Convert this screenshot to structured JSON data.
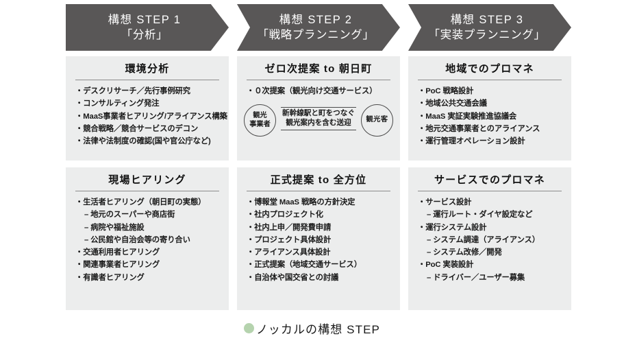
{
  "caption": {
    "bullet_color": "#b5d3ae",
    "text": "ノッカルの構想 STEP"
  },
  "theme": {
    "header_bg": "#595757",
    "card_bg": "#eceded",
    "rule_color": "#8c8c8c"
  },
  "columns": [
    {
      "header": {
        "line1": "構想 STEP 1",
        "line2": "「分析」"
      },
      "cards": [
        {
          "title": "環境分析",
          "items": [
            {
              "text": "・デスクリサーチ／先行事例研究",
              "level": 0
            },
            {
              "text": "・コンサルティング発注",
              "level": 0
            },
            {
              "text": "・MaaS事業者ヒアリング/アライアンス構築",
              "level": 0
            },
            {
              "text": "・競合戦略／競合サービスのデコン",
              "level": 0
            },
            {
              "text": "・法律や法制度の確認(国や官公庁など)",
              "level": 0
            }
          ]
        },
        {
          "title": "現場ヒアリング",
          "items": [
            {
              "text": "・生活者ヒアリング（朝日町の実態）",
              "level": 0
            },
            {
              "text": "– 地元のスーパーや商店街",
              "level": 1
            },
            {
              "text": "– 病院や福祉施設",
              "level": 1
            },
            {
              "text": "– 公民館や自治会等の寄り合い",
              "level": 1
            },
            {
              "text": "・交通利用者ヒアリング",
              "level": 0
            },
            {
              "text": "・関連事業者ヒアリング",
              "level": 0
            },
            {
              "text": "・有識者ヒアリング",
              "level": 0
            }
          ]
        }
      ]
    },
    {
      "header": {
        "line1": "構想 STEP 2",
        "line2": "「戦略プランニング」"
      },
      "cards": [
        {
          "title": "ゼロ次提案 to 朝日町",
          "items": [
            {
              "text": "・０次提案（観光向け交通サービス）",
              "level": 0
            }
          ],
          "flow": {
            "left_circle": [
              "観光",
              "事業者"
            ],
            "middle": [
              "新幹線駅と町をつなぐ",
              "観光案内を含む送迎"
            ],
            "right_circle": [
              "観光客"
            ]
          }
        },
        {
          "title": "正式提案 to 全方位",
          "items": [
            {
              "text": "・博報堂 MaaS 戦略の方針決定",
              "level": 0
            },
            {
              "text": "・社内プロジェクト化",
              "level": 0
            },
            {
              "text": "・社内上申／開発費申請",
              "level": 0
            },
            {
              "text": "・プロジェクト具体設計",
              "level": 0
            },
            {
              "text": "・アライアンス具体設計",
              "level": 0
            },
            {
              "text": "・正式提案（地域交通サービス）",
              "level": 0
            },
            {
              "text": "・自治体や国交省との討議",
              "level": 0
            }
          ]
        }
      ]
    },
    {
      "header": {
        "line1": "構想 STEP 3",
        "line2": "「実装プランニング」"
      },
      "cards": [
        {
          "title": "地域でのプロマネ",
          "items": [
            {
              "text": "・PoC 戦略設計",
              "level": 0
            },
            {
              "text": "・地域公共交通会議",
              "level": 0
            },
            {
              "text": "・MaaS 実証実験推進協議会",
              "level": 0
            },
            {
              "text": "・地元交通事業者とのアライアンス",
              "level": 0
            },
            {
              "text": "・運行管理オペレーション設計",
              "level": 0
            }
          ]
        },
        {
          "title": "サービスでのプロマネ",
          "items": [
            {
              "text": "・サービス設計",
              "level": 0
            },
            {
              "text": "– 運行ルート・ダイヤ設定など",
              "level": 1
            },
            {
              "text": "・運行システム設計",
              "level": 0
            },
            {
              "text": "– システム調達（アライアンス）",
              "level": 1
            },
            {
              "text": "– システム改修／開発",
              "level": 1
            },
            {
              "text": "・PoC 実装設計",
              "level": 0
            },
            {
              "text": "– ドライバー／ユーザー募集",
              "level": 1
            }
          ]
        }
      ]
    }
  ]
}
